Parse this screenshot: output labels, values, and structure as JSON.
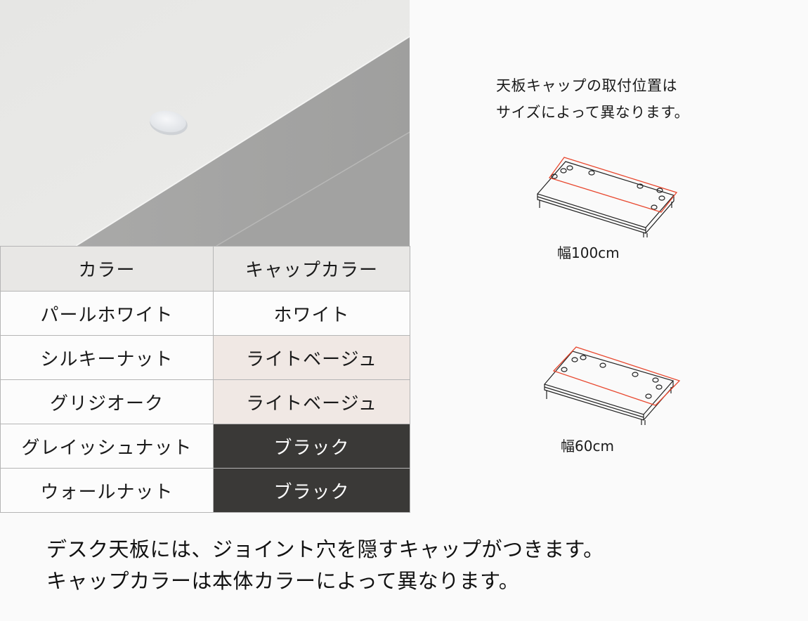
{
  "photo": {
    "alt": "Close-up of desk top corner with joint hole cap"
  },
  "table": {
    "headers": [
      "カラー",
      "キャップカラー"
    ],
    "rows": [
      {
        "color": "パールホワイト",
        "cap": "ホワイト",
        "cap_bg": "#fcfcfc",
        "cap_fg": "#1a1a1a"
      },
      {
        "color": "シルキーナット",
        "cap": "ライトベージュ",
        "cap_bg": "#f0e8e4",
        "cap_fg": "#1a1a1a"
      },
      {
        "color": "グリジオーク",
        "cap": "ライトベージュ",
        "cap_bg": "#f0e8e4",
        "cap_fg": "#1a1a1a"
      },
      {
        "color": "グレイッシュナット",
        "cap": "ブラック",
        "cap_bg": "#3a3937",
        "cap_fg": "#ffffff"
      },
      {
        "color": "ウォールナット",
        "cap": "ブラック",
        "cap_bg": "#3a3937",
        "cap_fg": "#ffffff"
      }
    ]
  },
  "note": {
    "line1": "天板キャップの取付位置は",
    "line2": "サイズによって異なります。"
  },
  "diagrams": [
    {
      "label": "幅100cm",
      "highlight_color": "#e8472e"
    },
    {
      "label": "幅60cm",
      "highlight_color": "#e8472e"
    }
  ],
  "footer": {
    "line1": "デスク天板には、ジョイント穴を隠すキャップがつきます。",
    "line2": "キャップカラーは本体カラーによって異なります。"
  }
}
